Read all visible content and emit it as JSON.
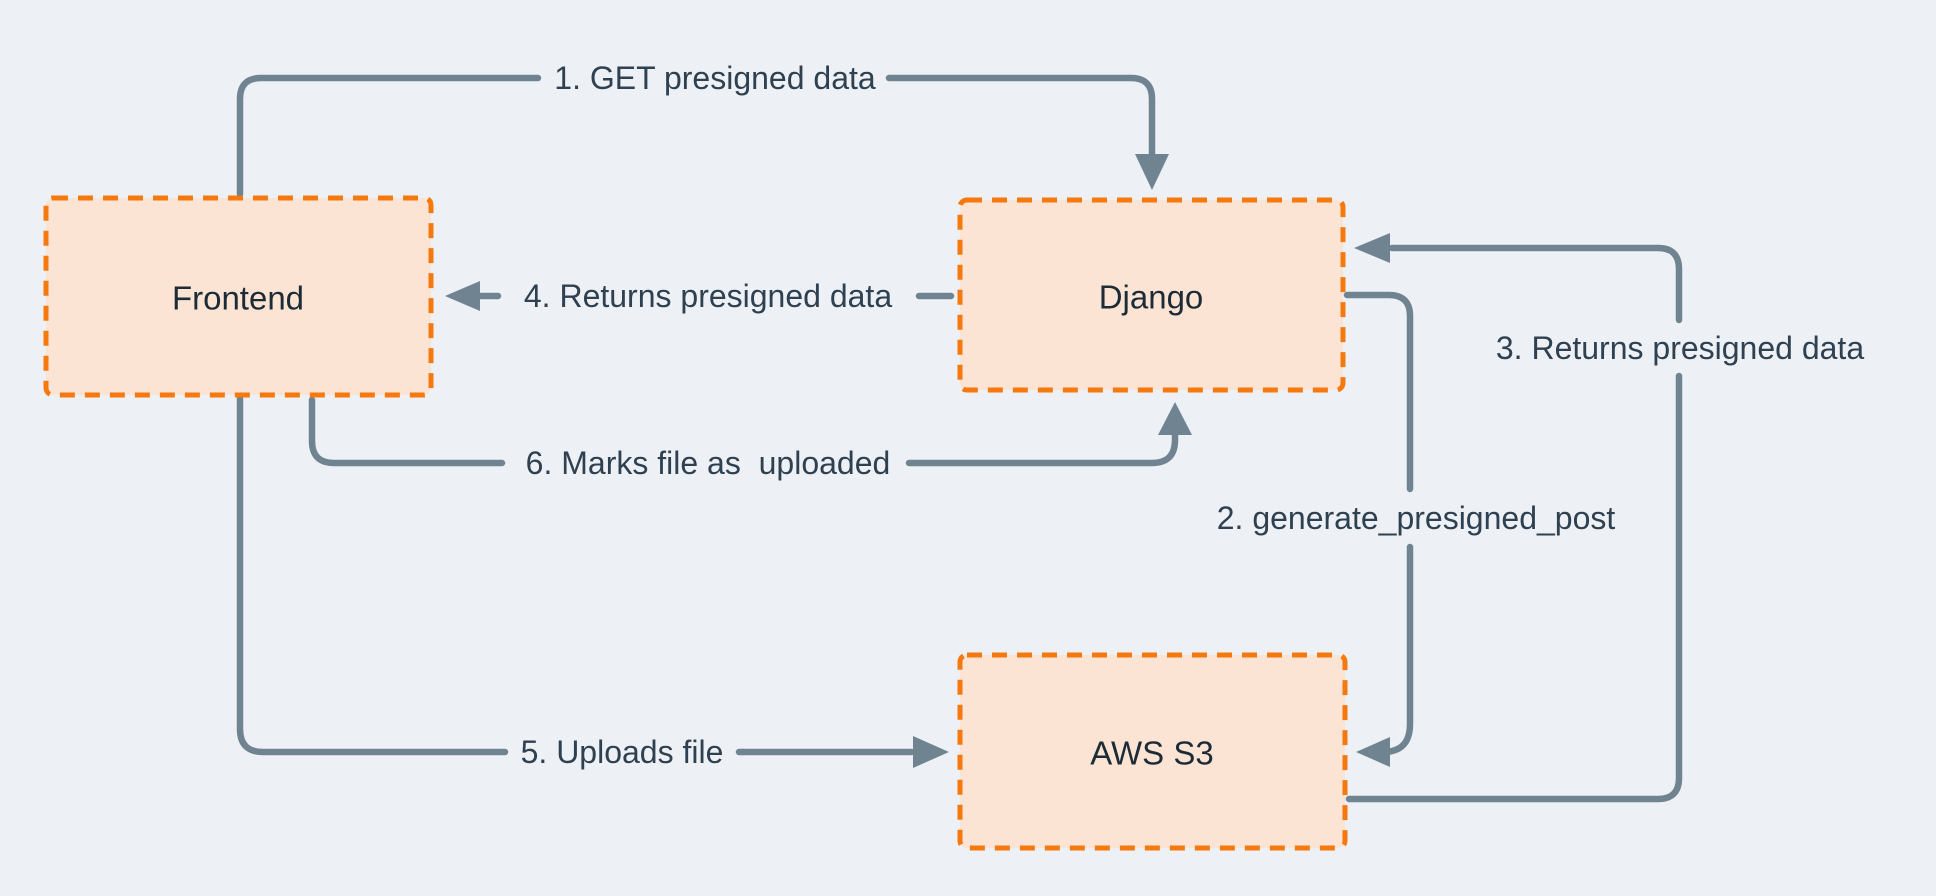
{
  "diagram": {
    "background_color": "#edf1f5",
    "node_fill_color": "#fce4d4",
    "node_border_color": "#f5790f",
    "arrow_color": "#6f8490",
    "step_label_color": "#2f4051",
    "node_label_color": "#1d2b36",
    "nodes": [
      {
        "label": "Frontend"
      },
      {
        "label": "Django"
      },
      {
        "label": "AWS S3"
      }
    ],
    "steps": [
      {
        "label": "1. GET presigned data",
        "from": "Frontend",
        "to": "Django"
      },
      {
        "label": "2. generate_presigned_post",
        "from": "Django",
        "to": "AWS S3"
      },
      {
        "label": "3. Returns presigned data",
        "from": "AWS S3",
        "to": "Django"
      },
      {
        "label": "4. Returns presigned data",
        "from": "Django",
        "to": "Frontend"
      },
      {
        "label": "5. Uploads file",
        "from": "Frontend",
        "to": "AWS S3"
      },
      {
        "label": "6. Marks file as  uploaded",
        "from": "Frontend",
        "to": "Django"
      }
    ]
  }
}
